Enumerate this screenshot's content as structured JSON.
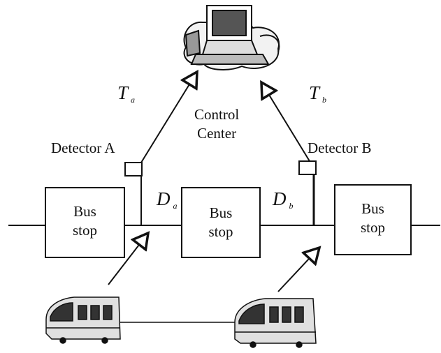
{
  "control_center": {
    "label_line1": "Control",
    "label_line2": "Center",
    "icon": "computer-icon"
  },
  "detectors": [
    {
      "label": "Detector A"
    },
    {
      "label": "Detector B"
    }
  ],
  "bus_stops": [
    {
      "line1": "Bus",
      "line2": "stop"
    },
    {
      "line1": "Bus",
      "line2": "stop"
    },
    {
      "line1": "Bus",
      "line2": "stop"
    }
  ],
  "times": [
    {
      "symbol": "T",
      "subscript": "a"
    },
    {
      "symbol": "T",
      "subscript": "b"
    }
  ],
  "distances": [
    {
      "symbol": "D",
      "subscript": "a"
    },
    {
      "symbol": "D",
      "subscript": "b"
    }
  ],
  "vehicles": [
    {
      "icon": "train-icon"
    },
    {
      "icon": "train-icon"
    }
  ],
  "colors": {
    "stroke": "#111111",
    "background": "#ffffff"
  }
}
